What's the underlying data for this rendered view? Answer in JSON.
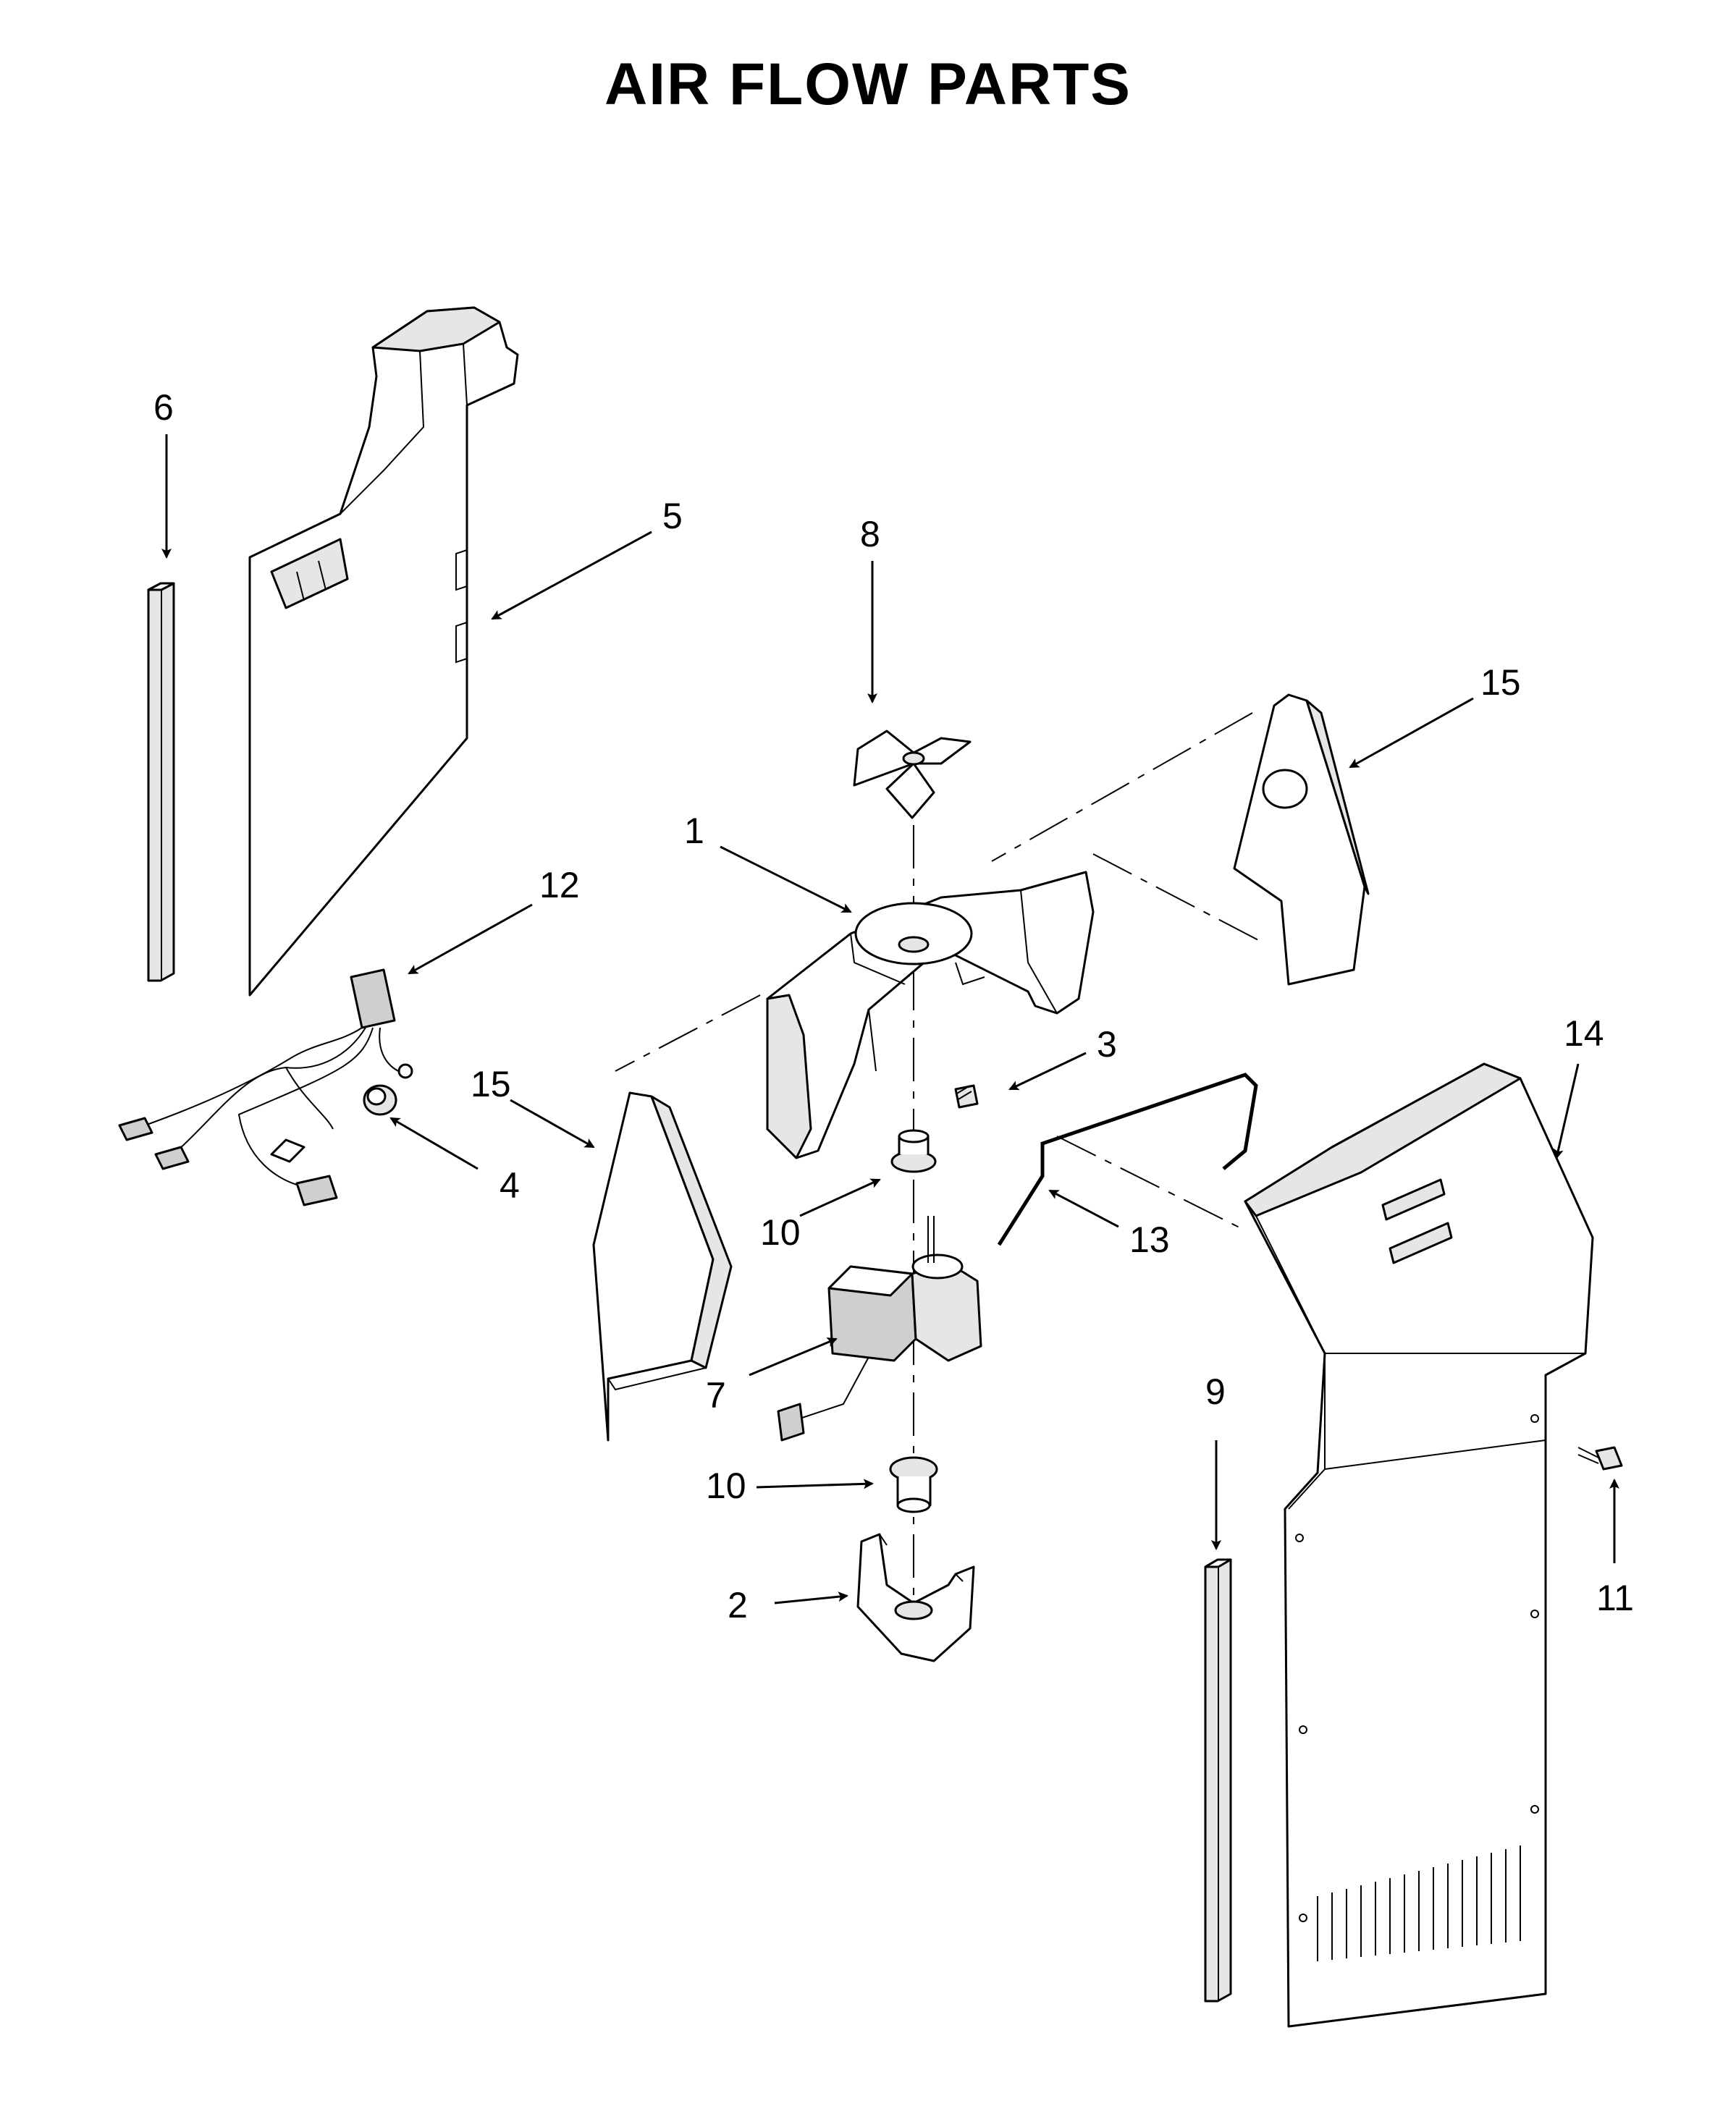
{
  "title": "AIR FLOW PARTS",
  "callouts": [
    {
      "id": "c1",
      "label": "1"
    },
    {
      "id": "c2",
      "label": "2"
    },
    {
      "id": "c3",
      "label": "3"
    },
    {
      "id": "c4",
      "label": "4"
    },
    {
      "id": "c5",
      "label": "5"
    },
    {
      "id": "c6",
      "label": "6"
    },
    {
      "id": "c7",
      "label": "7"
    },
    {
      "id": "c8",
      "label": "8"
    },
    {
      "id": "c9",
      "label": "9"
    },
    {
      "id": "c10a",
      "label": "10"
    },
    {
      "id": "c10b",
      "label": "10"
    },
    {
      "id": "c11",
      "label": "11"
    },
    {
      "id": "c12",
      "label": "12"
    },
    {
      "id": "c13",
      "label": "13"
    },
    {
      "id": "c14",
      "label": "14"
    },
    {
      "id": "c15a",
      "label": "15"
    },
    {
      "id": "c15b",
      "label": "15"
    }
  ]
}
